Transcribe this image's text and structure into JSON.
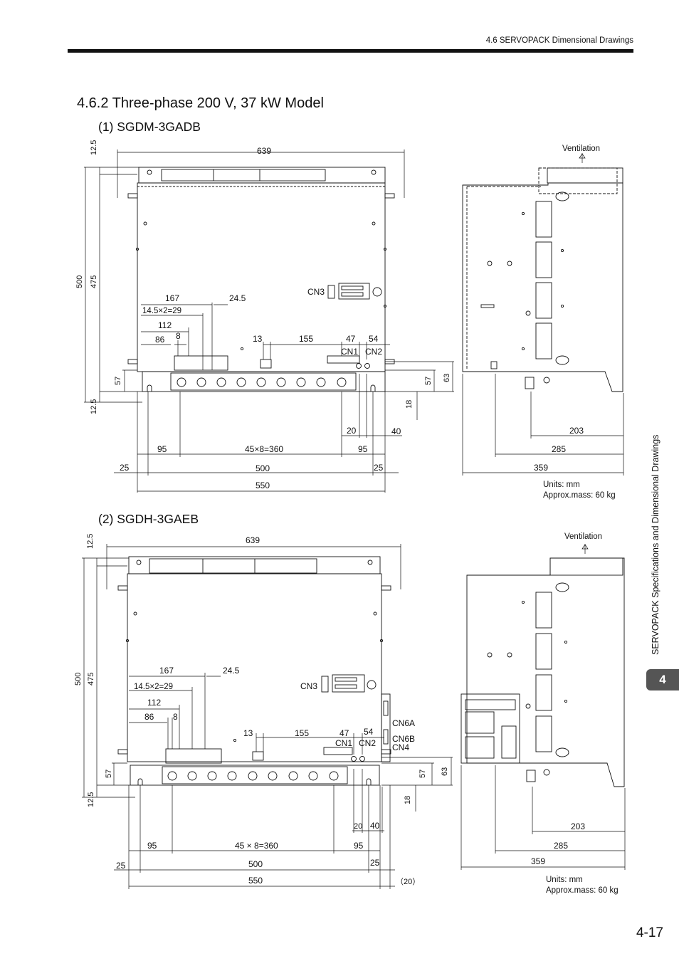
{
  "header": {
    "section_ref": "4.6  SERVOPACK Dimensional Drawings"
  },
  "section_title": "4.6.2  Three-phase 200 V, 37 kW Model",
  "side_label": "SERVOPACK Specifications and Dimensional Drawings",
  "chapter_tab": "4",
  "page_number": "4-17",
  "drawing1": {
    "title": "(1) SGDM-3GADB",
    "ventilation": "Ventilation",
    "units": "Units: mm",
    "mass": "Approx.mass: 60 kg",
    "dims": {
      "d639": "639",
      "d12_5a": "12.5",
      "d500": "500",
      "d475": "475",
      "d167": "167",
      "d24_5": "24.5",
      "d14_5x2": "14.5×2=29",
      "d112": "112",
      "d8": "8",
      "d86": "86",
      "d13": "13",
      "d155": "155",
      "d47": "47",
      "d54": "54",
      "cn3": "CN3",
      "cn1": "CN1",
      "cn2": "CN2",
      "d57": "57",
      "d12_5b": "12.5",
      "d57r": "57",
      "d63": "63",
      "d18": "18",
      "d20": "20",
      "d40": "40",
      "d95a": "95",
      "d45x8": "45×8=360",
      "d95b": "95",
      "d25a": "25",
      "d500w": "500",
      "d25b": "25",
      "d550": "550",
      "d203": "203",
      "d285": "285",
      "d359": "359"
    }
  },
  "drawing2": {
    "title": "(2) SGDH-3GAEB",
    "ventilation": "Ventilation",
    "units": "Units: mm",
    "mass": "Approx.mass: 60 kg",
    "dims": {
      "d639": "639",
      "d12_5a": "12.5",
      "d500": "500",
      "d475": "475",
      "d167": "167",
      "d24_5": "24.5",
      "d14_5x2": "14.5×2=29",
      "d112": "112",
      "d86": "86",
      "d8": "8",
      "d13": "13",
      "d155": "155",
      "d47": "47",
      "d54": "54",
      "cn3": "CN3",
      "cn1": "CN1",
      "cn2": "CN2",
      "cn6a": "CN6A",
      "cn6b": "CN6B",
      "cn4": "CN4",
      "d57": "57",
      "d12_5b": "12.5",
      "d57r": "57",
      "d63": "63",
      "d18": "18",
      "d20": "20",
      "d40": "40",
      "d95a": "95",
      "d45x8": "45 × 8=360",
      "d95b": "95",
      "d25a": "25",
      "d500w": "500",
      "d25b": "25",
      "d550": "550",
      "d20p": "（20）",
      "d203": "203",
      "d285": "285",
      "d359": "359"
    }
  }
}
